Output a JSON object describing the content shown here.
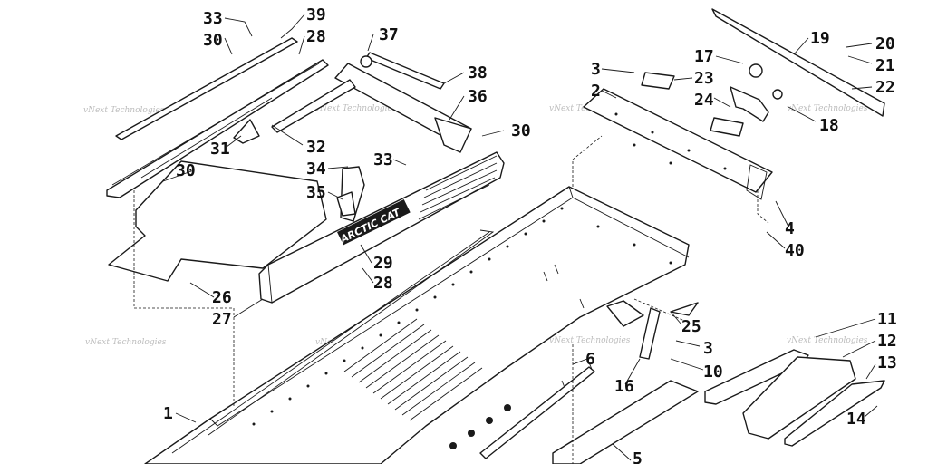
{
  "diagram": {
    "watermark": "vNext Technologies",
    "decal_text": "ARCTIC CAT",
    "callouts": [
      "33",
      "39",
      "30",
      "28",
      "37",
      "38",
      "36",
      "30",
      "31",
      "32",
      "30",
      "34",
      "33",
      "35",
      "29",
      "28",
      "26",
      "27",
      "3",
      "2",
      "23",
      "17",
      "24",
      "19",
      "20",
      "21",
      "22",
      "18",
      "4",
      "40",
      "1",
      "25",
      "3",
      "6",
      "10",
      "16",
      "11",
      "12",
      "13",
      "14",
      "5"
    ]
  }
}
